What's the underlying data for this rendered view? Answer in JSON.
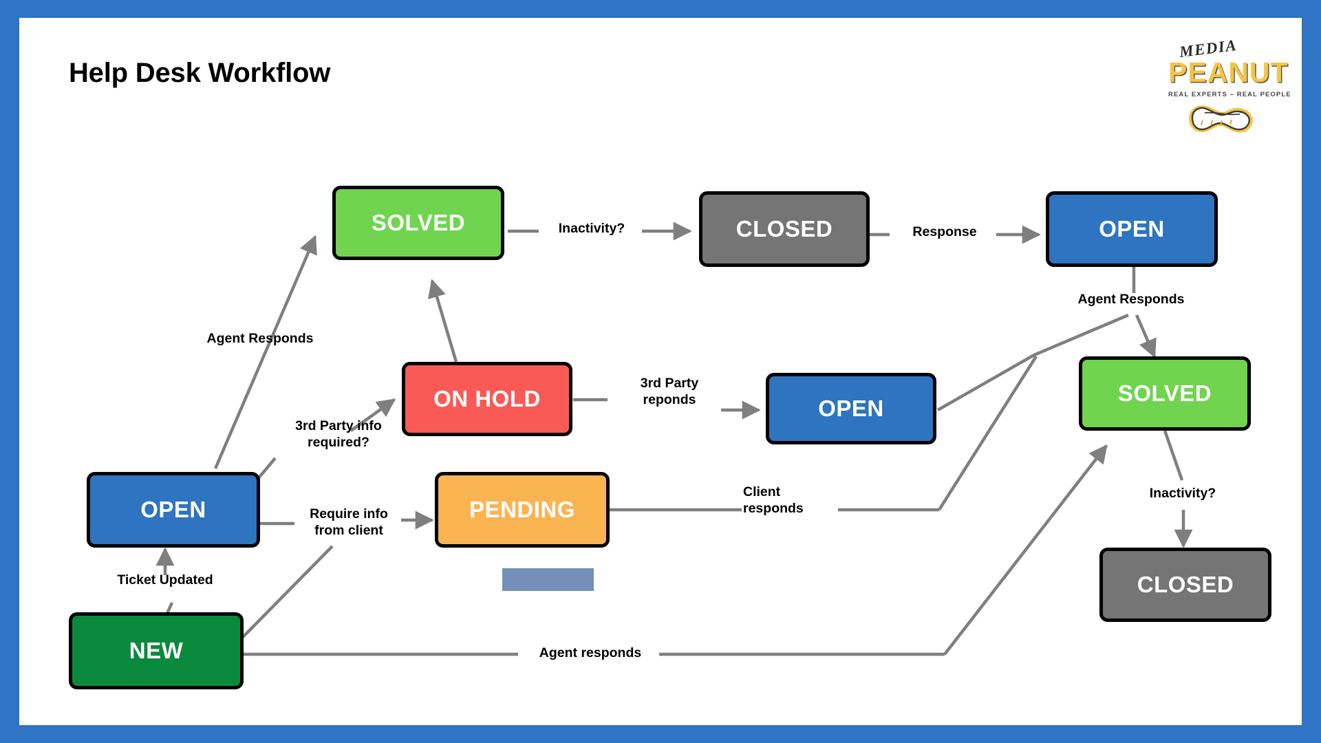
{
  "page": {
    "title": "Help Desk Workflow",
    "border_color": "#3173c4",
    "background": "#ffffff"
  },
  "logo": {
    "word_top": "MEDIA",
    "word_main": "PEANUT",
    "tagline": "REAL EXPERTS – REAL PEOPLE",
    "brand_yellow": "#f7c343",
    "icon": "peanut-icon"
  },
  "palette": {
    "blue": "#2e74c0",
    "green": "#70d44f",
    "dark_green": "#0b8a3d",
    "gray": "#757575",
    "red": "#fa5a55",
    "orange": "#fbb452",
    "edge": "#7f7f7f",
    "placeholder": "#7490b8"
  },
  "nodes": [
    {
      "id": "solved-top",
      "label": "SOLVED",
      "color": "green"
    },
    {
      "id": "closed-top",
      "label": "CLOSED",
      "color": "gray"
    },
    {
      "id": "open-topright",
      "label": "OPEN",
      "color": "blue"
    },
    {
      "id": "on-hold",
      "label": "ON HOLD",
      "color": "red"
    },
    {
      "id": "open-middle",
      "label": "OPEN",
      "color": "blue"
    },
    {
      "id": "solved-right",
      "label": "SOLVED",
      "color": "green"
    },
    {
      "id": "open-left",
      "label": "OPEN",
      "color": "blue"
    },
    {
      "id": "pending",
      "label": "PENDING",
      "color": "orange"
    },
    {
      "id": "closed-right",
      "label": "CLOSED",
      "color": "gray"
    },
    {
      "id": "new",
      "label": "NEW",
      "color": "dark_green"
    }
  ],
  "edge_labels": [
    {
      "id": "agent-responds-left",
      "text": "Agent Responds"
    },
    {
      "id": "inactivity-top",
      "text": "Inactivity?"
    },
    {
      "id": "response",
      "text": "Response"
    },
    {
      "id": "third-party-required",
      "text": "3rd Party info\nrequired?"
    },
    {
      "id": "third-party-reponds",
      "text": "3rd Party\nreponds"
    },
    {
      "id": "agent-responds-right",
      "text": "Agent Responds"
    },
    {
      "id": "require-info",
      "text": "Require info\nfrom client"
    },
    {
      "id": "client-responds",
      "text": "Client\nresponds"
    },
    {
      "id": "inactivity-right",
      "text": "Inactivity?"
    },
    {
      "id": "ticket-updated",
      "text": "Ticket Updated"
    },
    {
      "id": "agent-responds-bottom",
      "text": "Agent responds"
    }
  ]
}
